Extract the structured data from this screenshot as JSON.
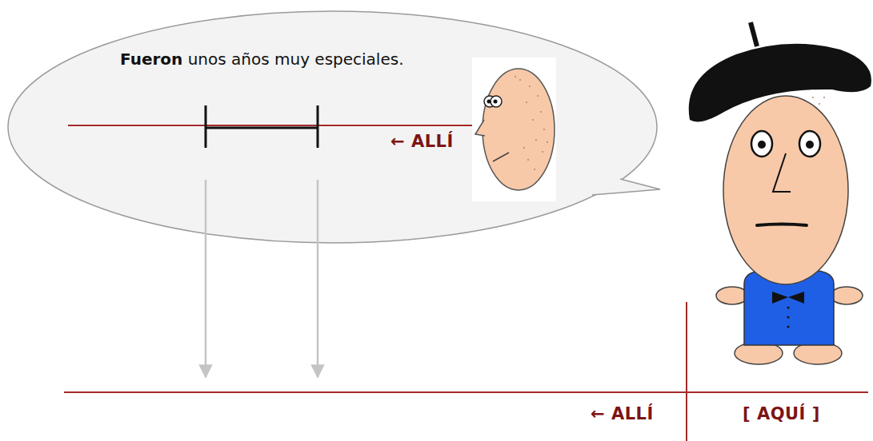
{
  "diagram": {
    "nodes": [
      {
        "text": [
          "Fueron unos años muy especiales.",
          "← ALLÍ"
        ]
      }
    ],
    "labels": [
      "← ALLÍ",
      "[ AQUÍ ]"
    ]
  }
}
